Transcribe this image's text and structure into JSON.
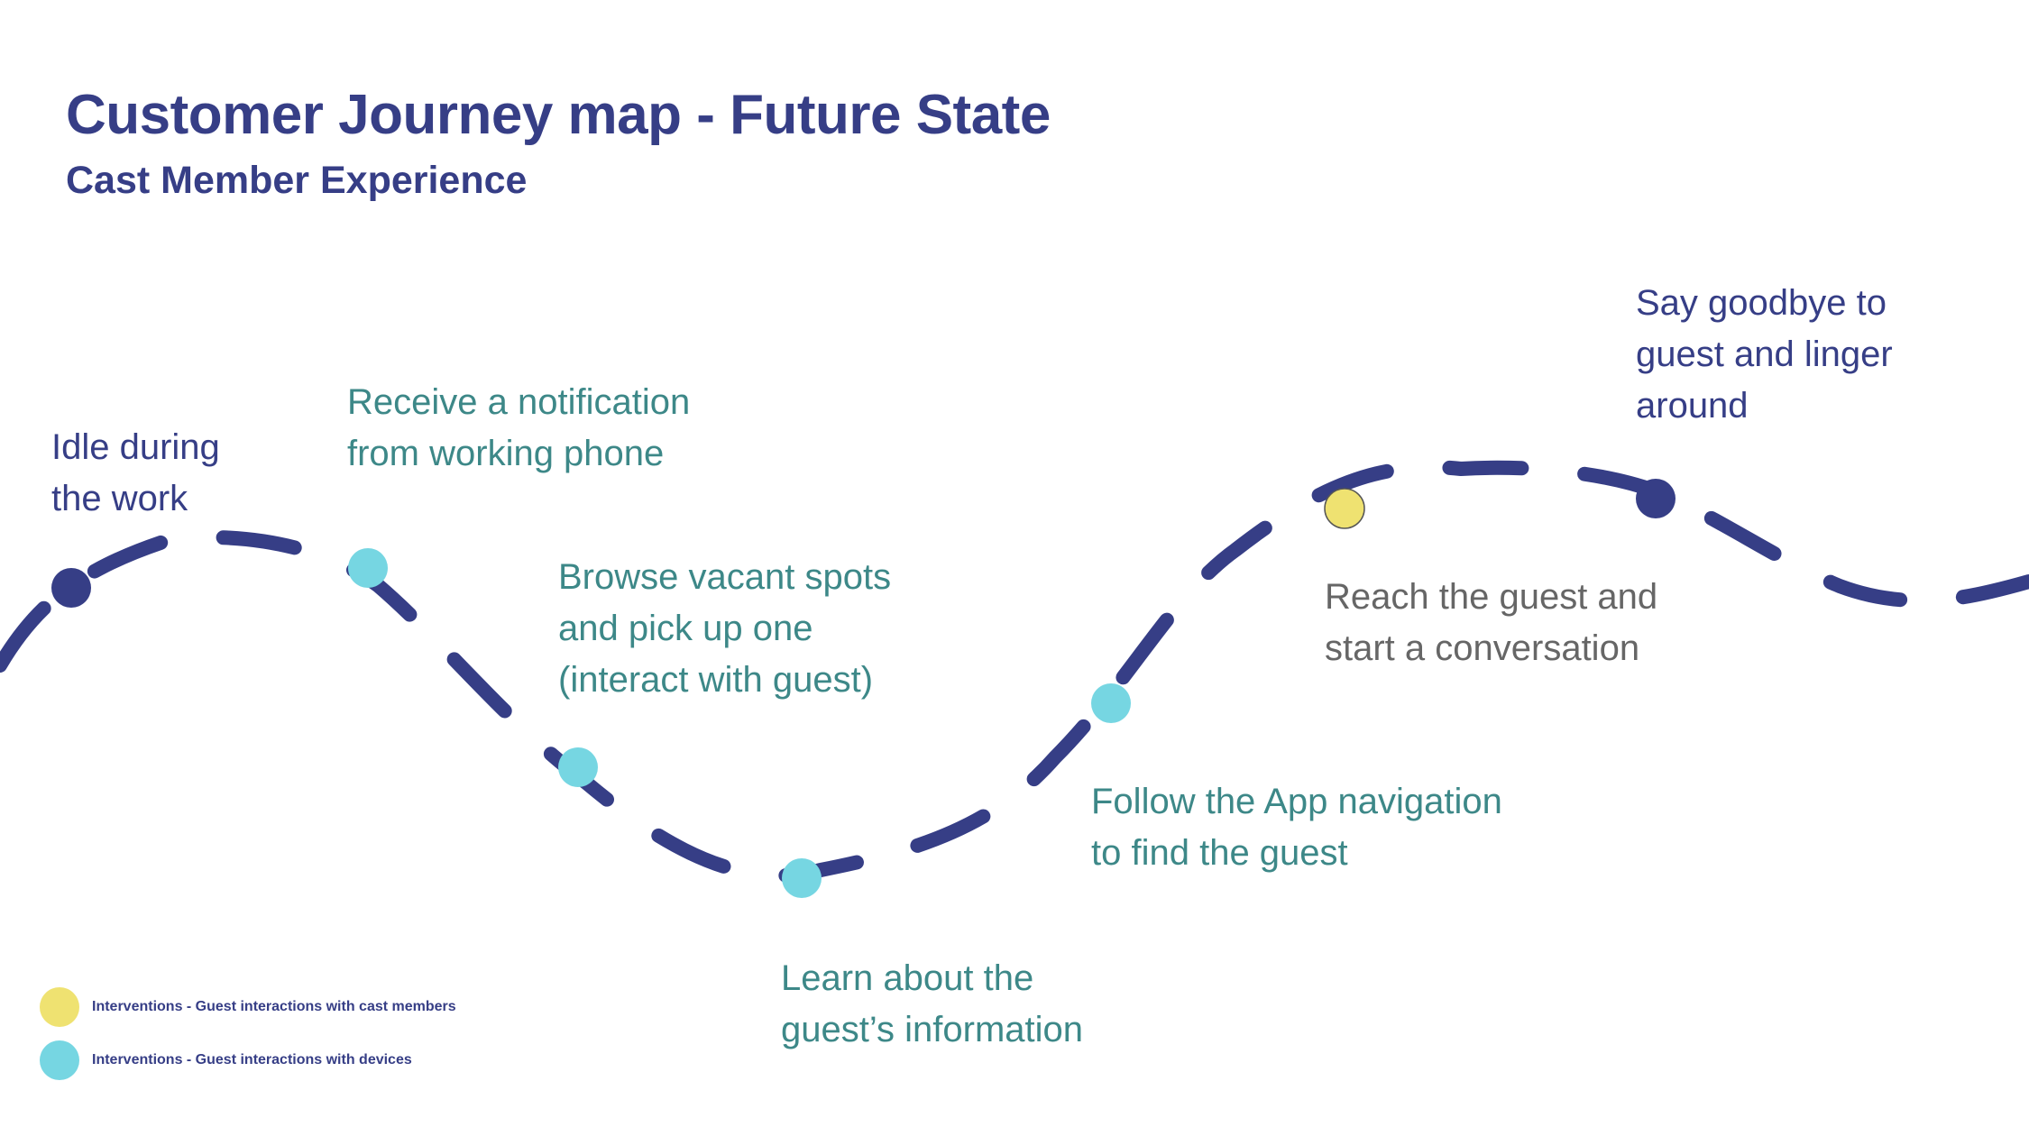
{
  "header": {
    "title": "Customer Journey map - Future State",
    "subtitle": "Cast Member Experience"
  },
  "colors": {
    "path": "#363e86",
    "device_intervention": "#76d6e2",
    "cast_intervention": "#efe271",
    "title": "#363e86",
    "teal_text": "#3d8888",
    "grey_text": "#666666"
  },
  "stages": [
    {
      "id": "idle",
      "text": "Idle during\nthe work",
      "marker": "path"
    },
    {
      "id": "notification",
      "text": "Receive a notification\nfrom working phone",
      "marker": "device"
    },
    {
      "id": "browse",
      "text": "Browse vacant spots\nand pick up one\n(interact with guest)",
      "marker": "device"
    },
    {
      "id": "learn",
      "text": "Learn about the\nguest’s information",
      "marker": "device"
    },
    {
      "id": "follow",
      "text": "Follow the App navigation\nto find the guest",
      "marker": "device"
    },
    {
      "id": "reach",
      "text": "Reach the guest and\nstart a conversation",
      "marker": "cast"
    },
    {
      "id": "goodbye",
      "text": "Say goodbye to\nguest and linger\naround",
      "marker": "path"
    }
  ],
  "legend": [
    {
      "label": "Interventions - Guest interactions with cast members",
      "color": "#efe271"
    },
    {
      "label": "Interventions -  Guest interactions with devices",
      "color": "#76d6e2"
    }
  ]
}
